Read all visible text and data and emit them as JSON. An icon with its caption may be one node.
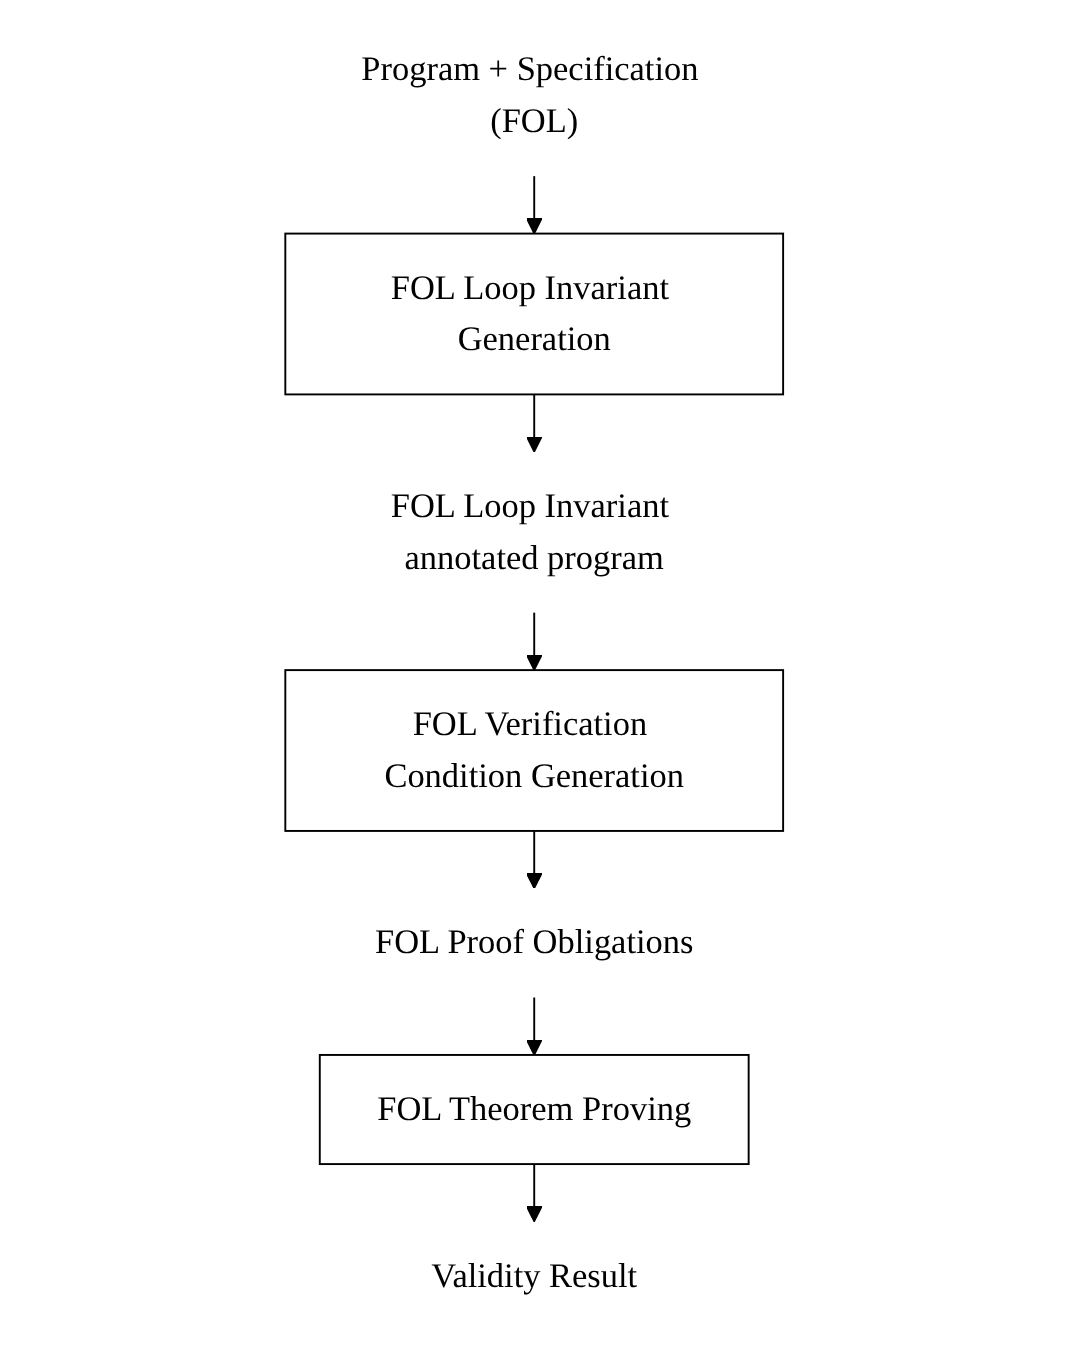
{
  "diagram": {
    "nodes": [
      {
        "text": [
          "Program + Specification (FOL)"
        ]
      },
      {
        "text": [
          "FOL Loop Invariant Generation"
        ]
      },
      {
        "text": [
          "FOL Loop Invariant annotated program"
        ]
      },
      {
        "text": [
          "FOL Verification Condition Generation"
        ]
      },
      {
        "text": [
          "FOL Proof Obligations"
        ]
      },
      {
        "text": [
          "FOL Theorem Proving"
        ]
      },
      {
        "text": [
          "Validity Result"
        ]
      }
    ],
    "edges": [
      {
        "from": 0,
        "to": 1,
        "arrow": "to"
      },
      {
        "from": 1,
        "to": 2,
        "arrow": "to"
      },
      {
        "from": 2,
        "to": 3,
        "arrow": "to"
      },
      {
        "from": 3,
        "to": 4,
        "arrow": "to"
      },
      {
        "from": 4,
        "to": 5,
        "arrow": "to"
      },
      {
        "from": 5,
        "to": 6,
        "arrow": "to"
      }
    ]
  }
}
